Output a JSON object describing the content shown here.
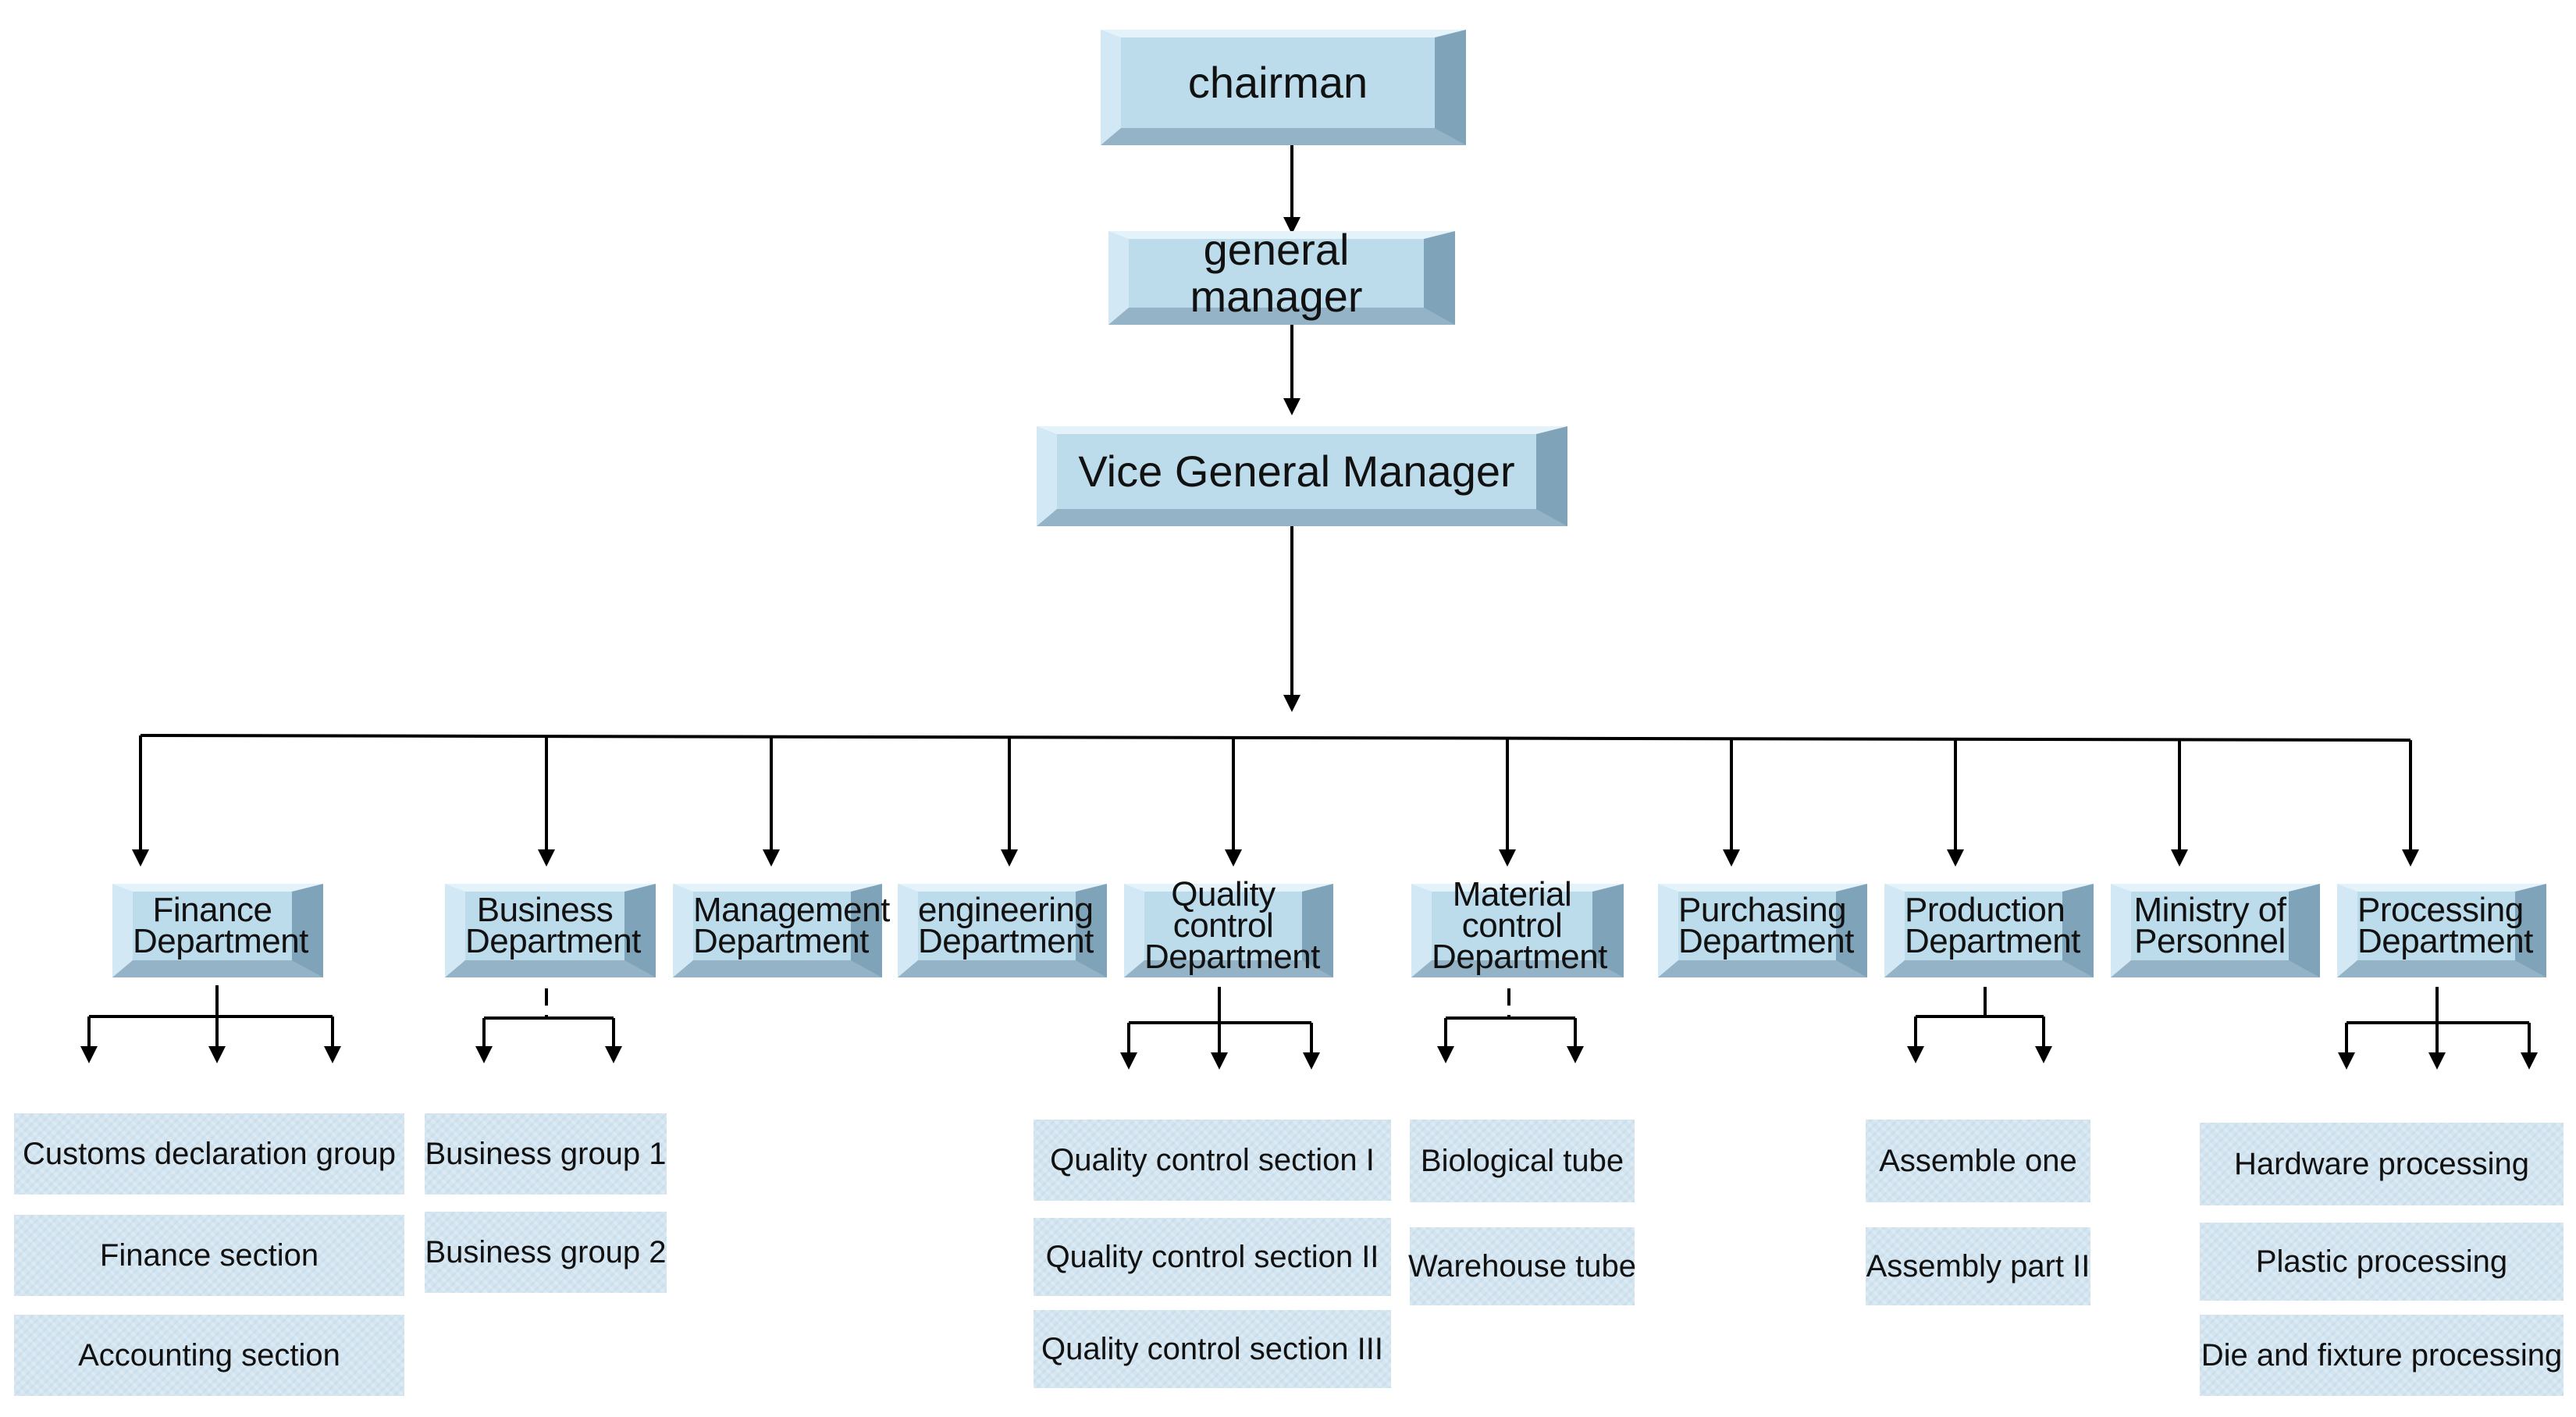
{
  "executives": {
    "chairman": "chairman",
    "general_manager": "general manager",
    "vice_general_manager": "Vice General Manager"
  },
  "departments": [
    {
      "label": "Finance\nDepartment"
    },
    {
      "label": "Business\nDepartment"
    },
    {
      "label": "Management\nDepartment"
    },
    {
      "label": "engineering\nDepartment"
    },
    {
      "label": "Quality control\nDepartment"
    },
    {
      "label": "Material control\nDepartment"
    },
    {
      "label": "Purchasing\nDepartment"
    },
    {
      "label": "Production\nDepartment"
    },
    {
      "label": "Ministry of\nPersonnel"
    },
    {
      "label": "Processing\nDepartment"
    }
  ],
  "finance_subunits": [
    "Customs declaration group",
    "Finance section",
    "Accounting section"
  ],
  "business_subunits": [
    "Business group 1",
    "Business group 2"
  ],
  "quality_subunits": [
    "Quality control section I",
    "Quality control section II",
    "Quality control section III"
  ],
  "material_subunits": [
    "Biological tube",
    "Warehouse tube"
  ],
  "production_subunits": [
    "Assemble one",
    "Assembly part II"
  ],
  "processing_subunits": [
    "Hardware processing",
    "Plastic processing",
    "Die and fixture processing"
  ]
}
